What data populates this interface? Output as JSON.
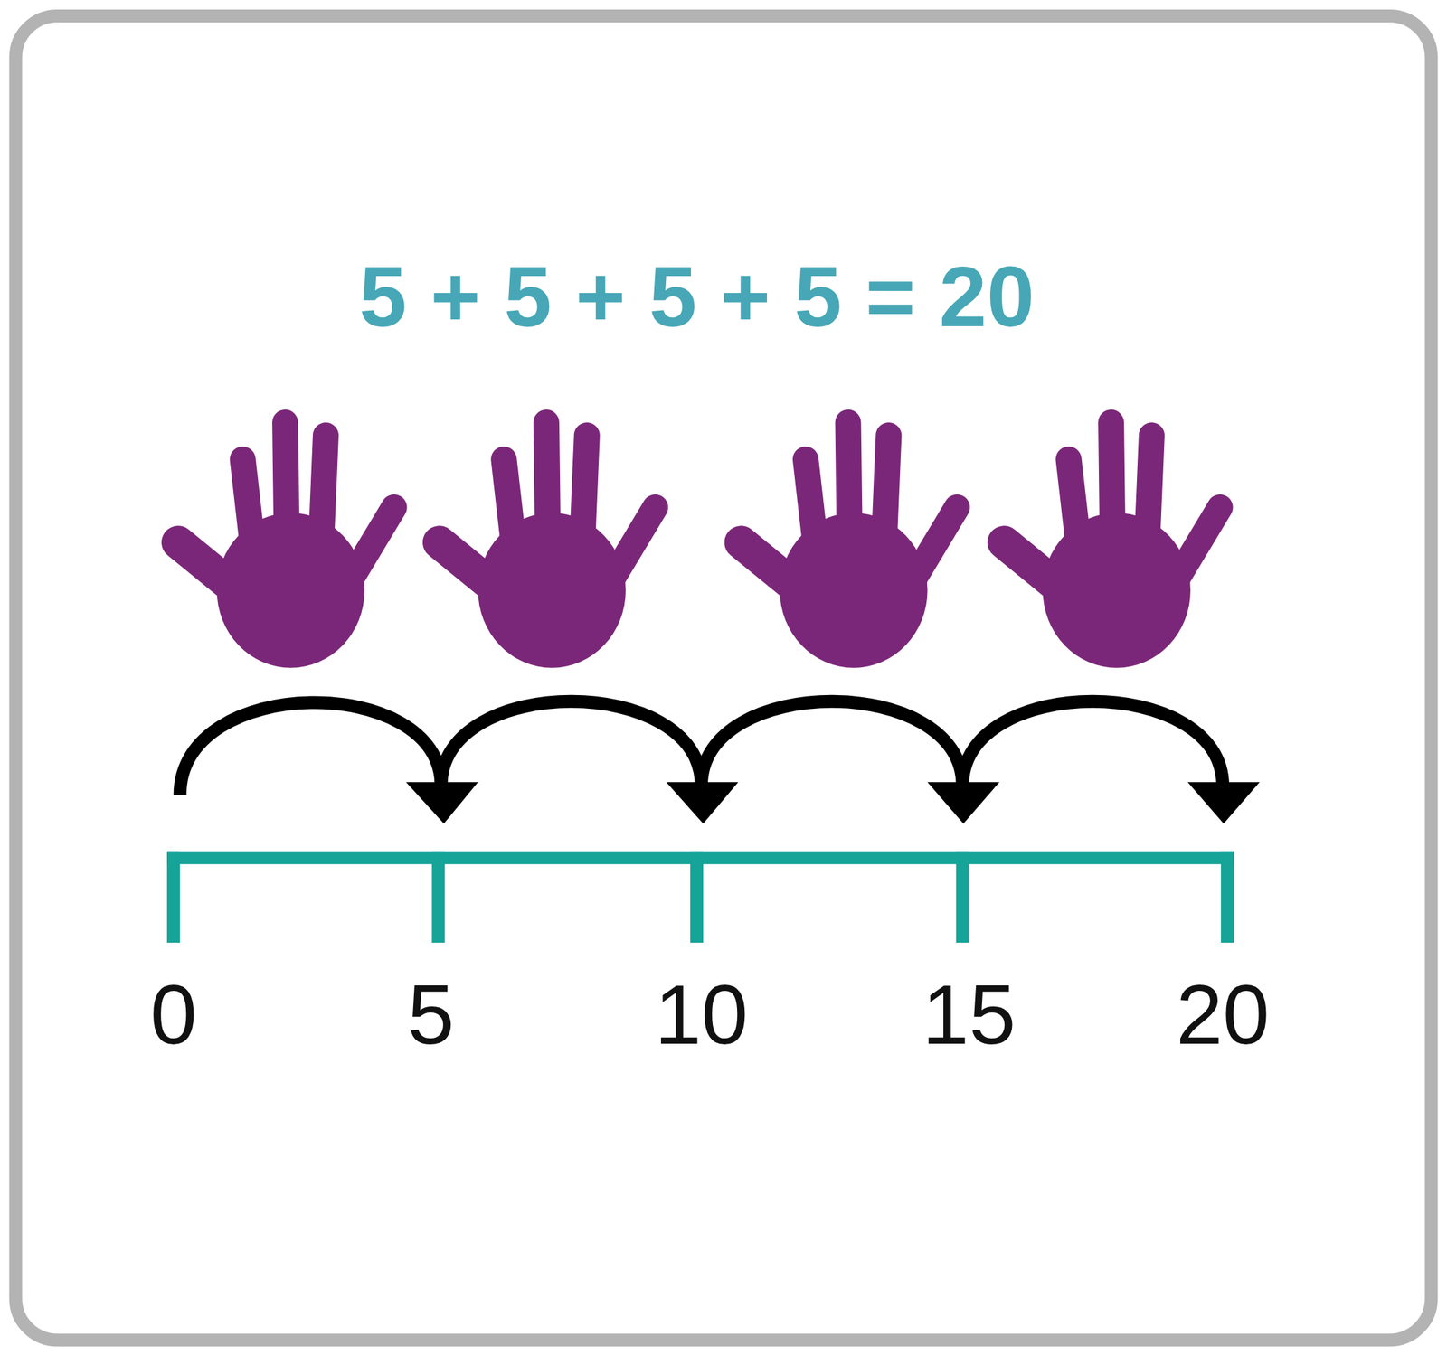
{
  "diagram": {
    "title": "5 + 5 + 5 + 5 = 20",
    "labels": [
      "0",
      "5",
      "10",
      "15",
      "20"
    ]
  }
}
